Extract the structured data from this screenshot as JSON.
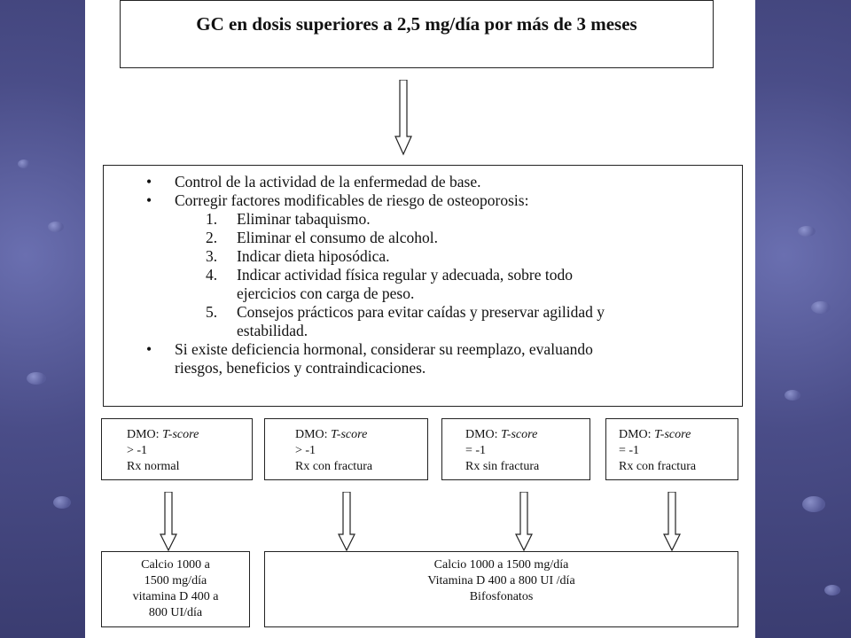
{
  "title": "GC en dosis superiores a 2,5 mg/día por más de 3 meses",
  "bullets": [
    "Control de la actividad de la enfermedad de base.",
    "Corregir factores modificables de riesgo de osteoporosis:"
  ],
  "numbered": [
    {
      "n": "1.",
      "lines": [
        "Eliminar tabaquismo."
      ]
    },
    {
      "n": "2.",
      "lines": [
        "Eliminar el consumo de alcohol."
      ]
    },
    {
      "n": "3.",
      "lines": [
        "Indicar dieta hiposódica."
      ]
    },
    {
      "n": "4.",
      "lines": [
        "Indicar actividad física regular y adecuada, sobre todo",
        "ejercicios con carga de peso."
      ]
    },
    {
      "n": "5.",
      "lines": [
        "Consejos prácticos para evitar caídas y preservar agilidad y",
        "estabilidad."
      ]
    }
  ],
  "last_bullet": [
    "Si existe deficiencia hormonal, considerar su reemplazo, evaluando",
    "riesgos, beneficios y contraindicaciones."
  ],
  "bullet_symbol": "•",
  "categories": [
    {
      "dmo": "DMO:",
      "tscore": "T-score",
      "value": "> -1",
      "rx": "Rx normal"
    },
    {
      "dmo": "DMO:",
      "tscore": "T-score",
      "value": "> -1",
      "rx": "Rx con fractura"
    },
    {
      "dmo": "DMO:",
      "tscore": "T-score",
      "value": "= -1",
      "rx": "Rx sin fractura"
    },
    {
      "dmo": "DMO:",
      "tscore": "T-score",
      "value": "= -1",
      "rx": "Rx con fractura"
    }
  ],
  "treatment_left": [
    "Calcio 1000 a",
    "1500 mg/día",
    "vitamina D 400 a",
    "800 UI/día"
  ],
  "treatment_right": [
    "Calcio 1000 a 1500 mg/día",
    "Vitamina D 400 a 800 UI /día",
    "Bifosfonatos"
  ]
}
